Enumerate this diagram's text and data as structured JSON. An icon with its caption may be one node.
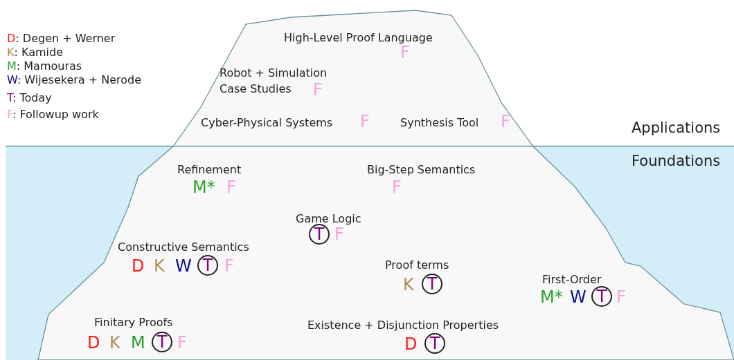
{
  "diagram": {
    "labels": [
      "High-Level Proof Language",
      "F",
      "Robot + Simulation Case Studies",
      "F",
      "Cyber-Physical Systems",
      "F",
      "Synthesis Tool",
      "F",
      "Applications",
      "Foundations",
      "Refinement",
      "M*",
      "F",
      "Big-Step Semantics",
      "F",
      "Game Logic",
      "T",
      "F",
      "Constructive Semantics",
      "D",
      "K",
      "W",
      "T",
      "F",
      "Proof terms",
      "K",
      "T",
      "First-Order",
      "M*",
      "W",
      "T",
      "F",
      "Finitary Proofs",
      "D",
      "K",
      "M",
      "T",
      "F",
      "Existence + Disjunction Properties",
      "D",
      "T"
    ],
    "legend": [
      {
        "text": "D: Degen + Werner",
        "color": "#ff1a1a"
      },
      {
        "text": "K: Kamide",
        "color": "#b08d57"
      },
      {
        "text": "M: Mamouras",
        "color": "#2ca02c"
      },
      {
        "text": "W: Wijesekera + Nerode",
        "color": "#0a0a8c"
      },
      {
        "text": "T: Today",
        "color": "#800080"
      },
      {
        "text": "F: Followup work",
        "color": "#f5a3dd"
      }
    ]
  }
}
